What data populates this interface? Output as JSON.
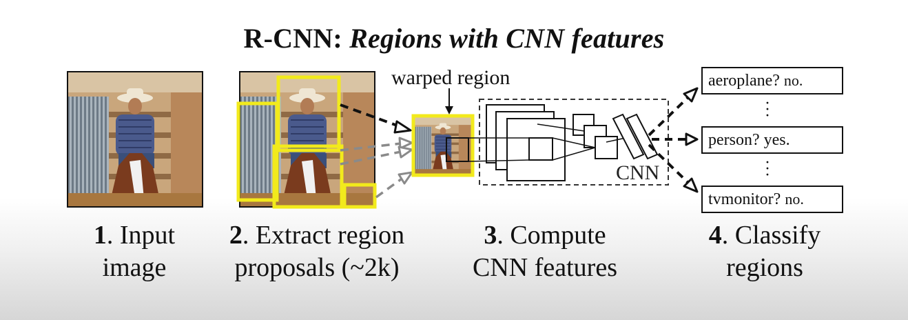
{
  "title": {
    "prefix": "R-CNN:",
    "italic": "Regions with CNN features"
  },
  "labels": {
    "warped": "warped region",
    "cnn": "CNN"
  },
  "classes": [
    {
      "label": "aeroplane?",
      "answer": "no."
    },
    {
      "label": "person?",
      "answer": "yes."
    },
    {
      "label": "tvmonitor?",
      "answer": "no."
    }
  ],
  "steps": [
    {
      "num": "1",
      "line1": ". Input",
      "line2": "image"
    },
    {
      "num": "2",
      "line1": ". Extract region",
      "line2": "proposals (~2k)"
    },
    {
      "num": "3",
      "line1": ". Compute",
      "line2": "CNN features"
    },
    {
      "num": "4",
      "line1": ". Classify",
      "line2": "regions"
    }
  ],
  "colors": {
    "proposal": "#f2ea1c",
    "arrow_gray": "#8a8a8a",
    "arrow_black": "#111111"
  }
}
